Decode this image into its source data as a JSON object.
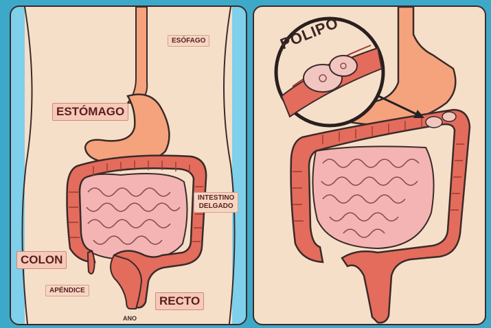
{
  "labels": {
    "esofago": "ESÓFAGO",
    "estomago": "ESTÓMAGO",
    "intestino_delgado_1": "INTESTINO",
    "intestino_delgado_2": "DELGADO",
    "colon": "COLON",
    "apendice": "APÉNDICE",
    "recto": "RECTO",
    "ano": "ANO",
    "polipo": "PÓLIPO"
  },
  "colors": {
    "background": "#3da9c9",
    "skin": "#f6dfc8",
    "colon": "#e36c5c",
    "stomach": "#f5a37c",
    "small_intestine": "#f4b4b4",
    "outline": "#3a2a2a"
  }
}
